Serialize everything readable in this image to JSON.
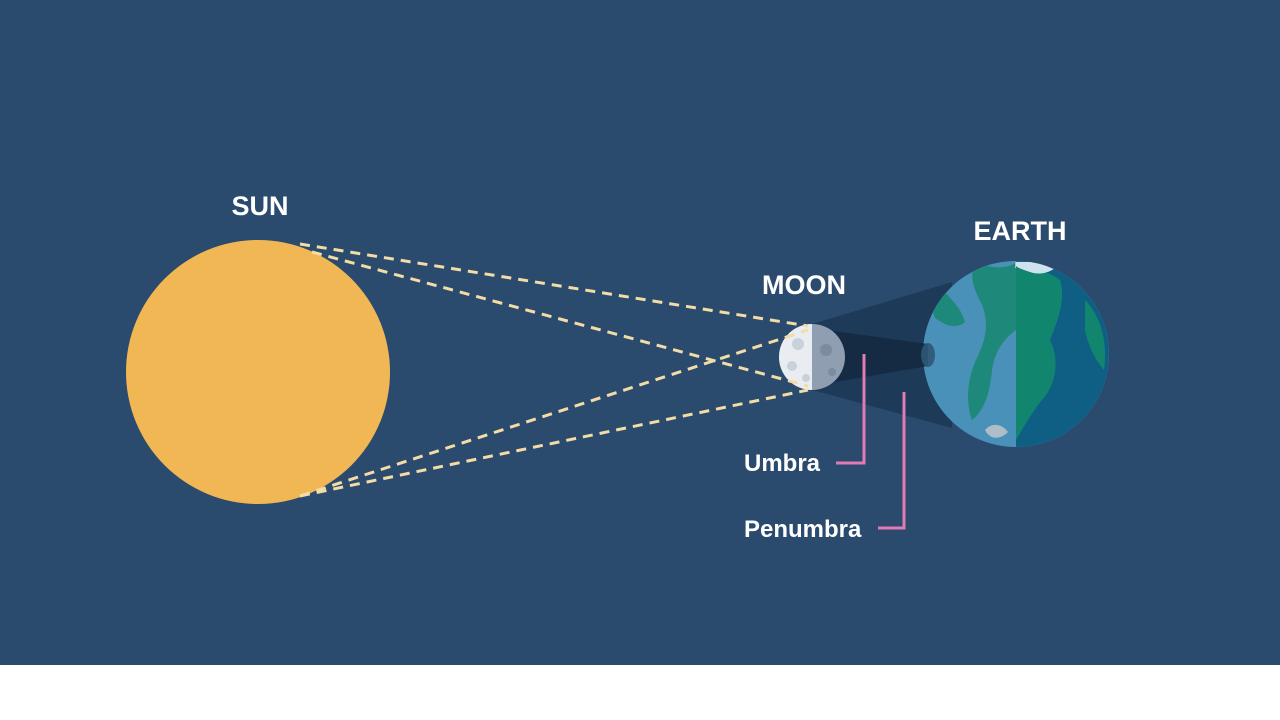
{
  "labels": {
    "sun": "SUN",
    "moon": "MOON",
    "earth": "EARTH",
    "umbra": "Umbra",
    "penumbra": "Penumbra"
  },
  "colors": {
    "background": "#2a4a6e",
    "sun": "#f2b755",
    "rays": "#f3dca6",
    "leader_lines": "#e27bb3",
    "earth_ocean_day": "#5ab4df",
    "earth_ocean_night": "#0f5f84",
    "earth_land": "#1fa88a",
    "moon_lit": "#e9edf2",
    "moon_dark": "#8f9eb0"
  },
  "icons": {
    "sun": "sun-disc",
    "moon": "moon-half-lit",
    "earth": "earth-globe"
  }
}
